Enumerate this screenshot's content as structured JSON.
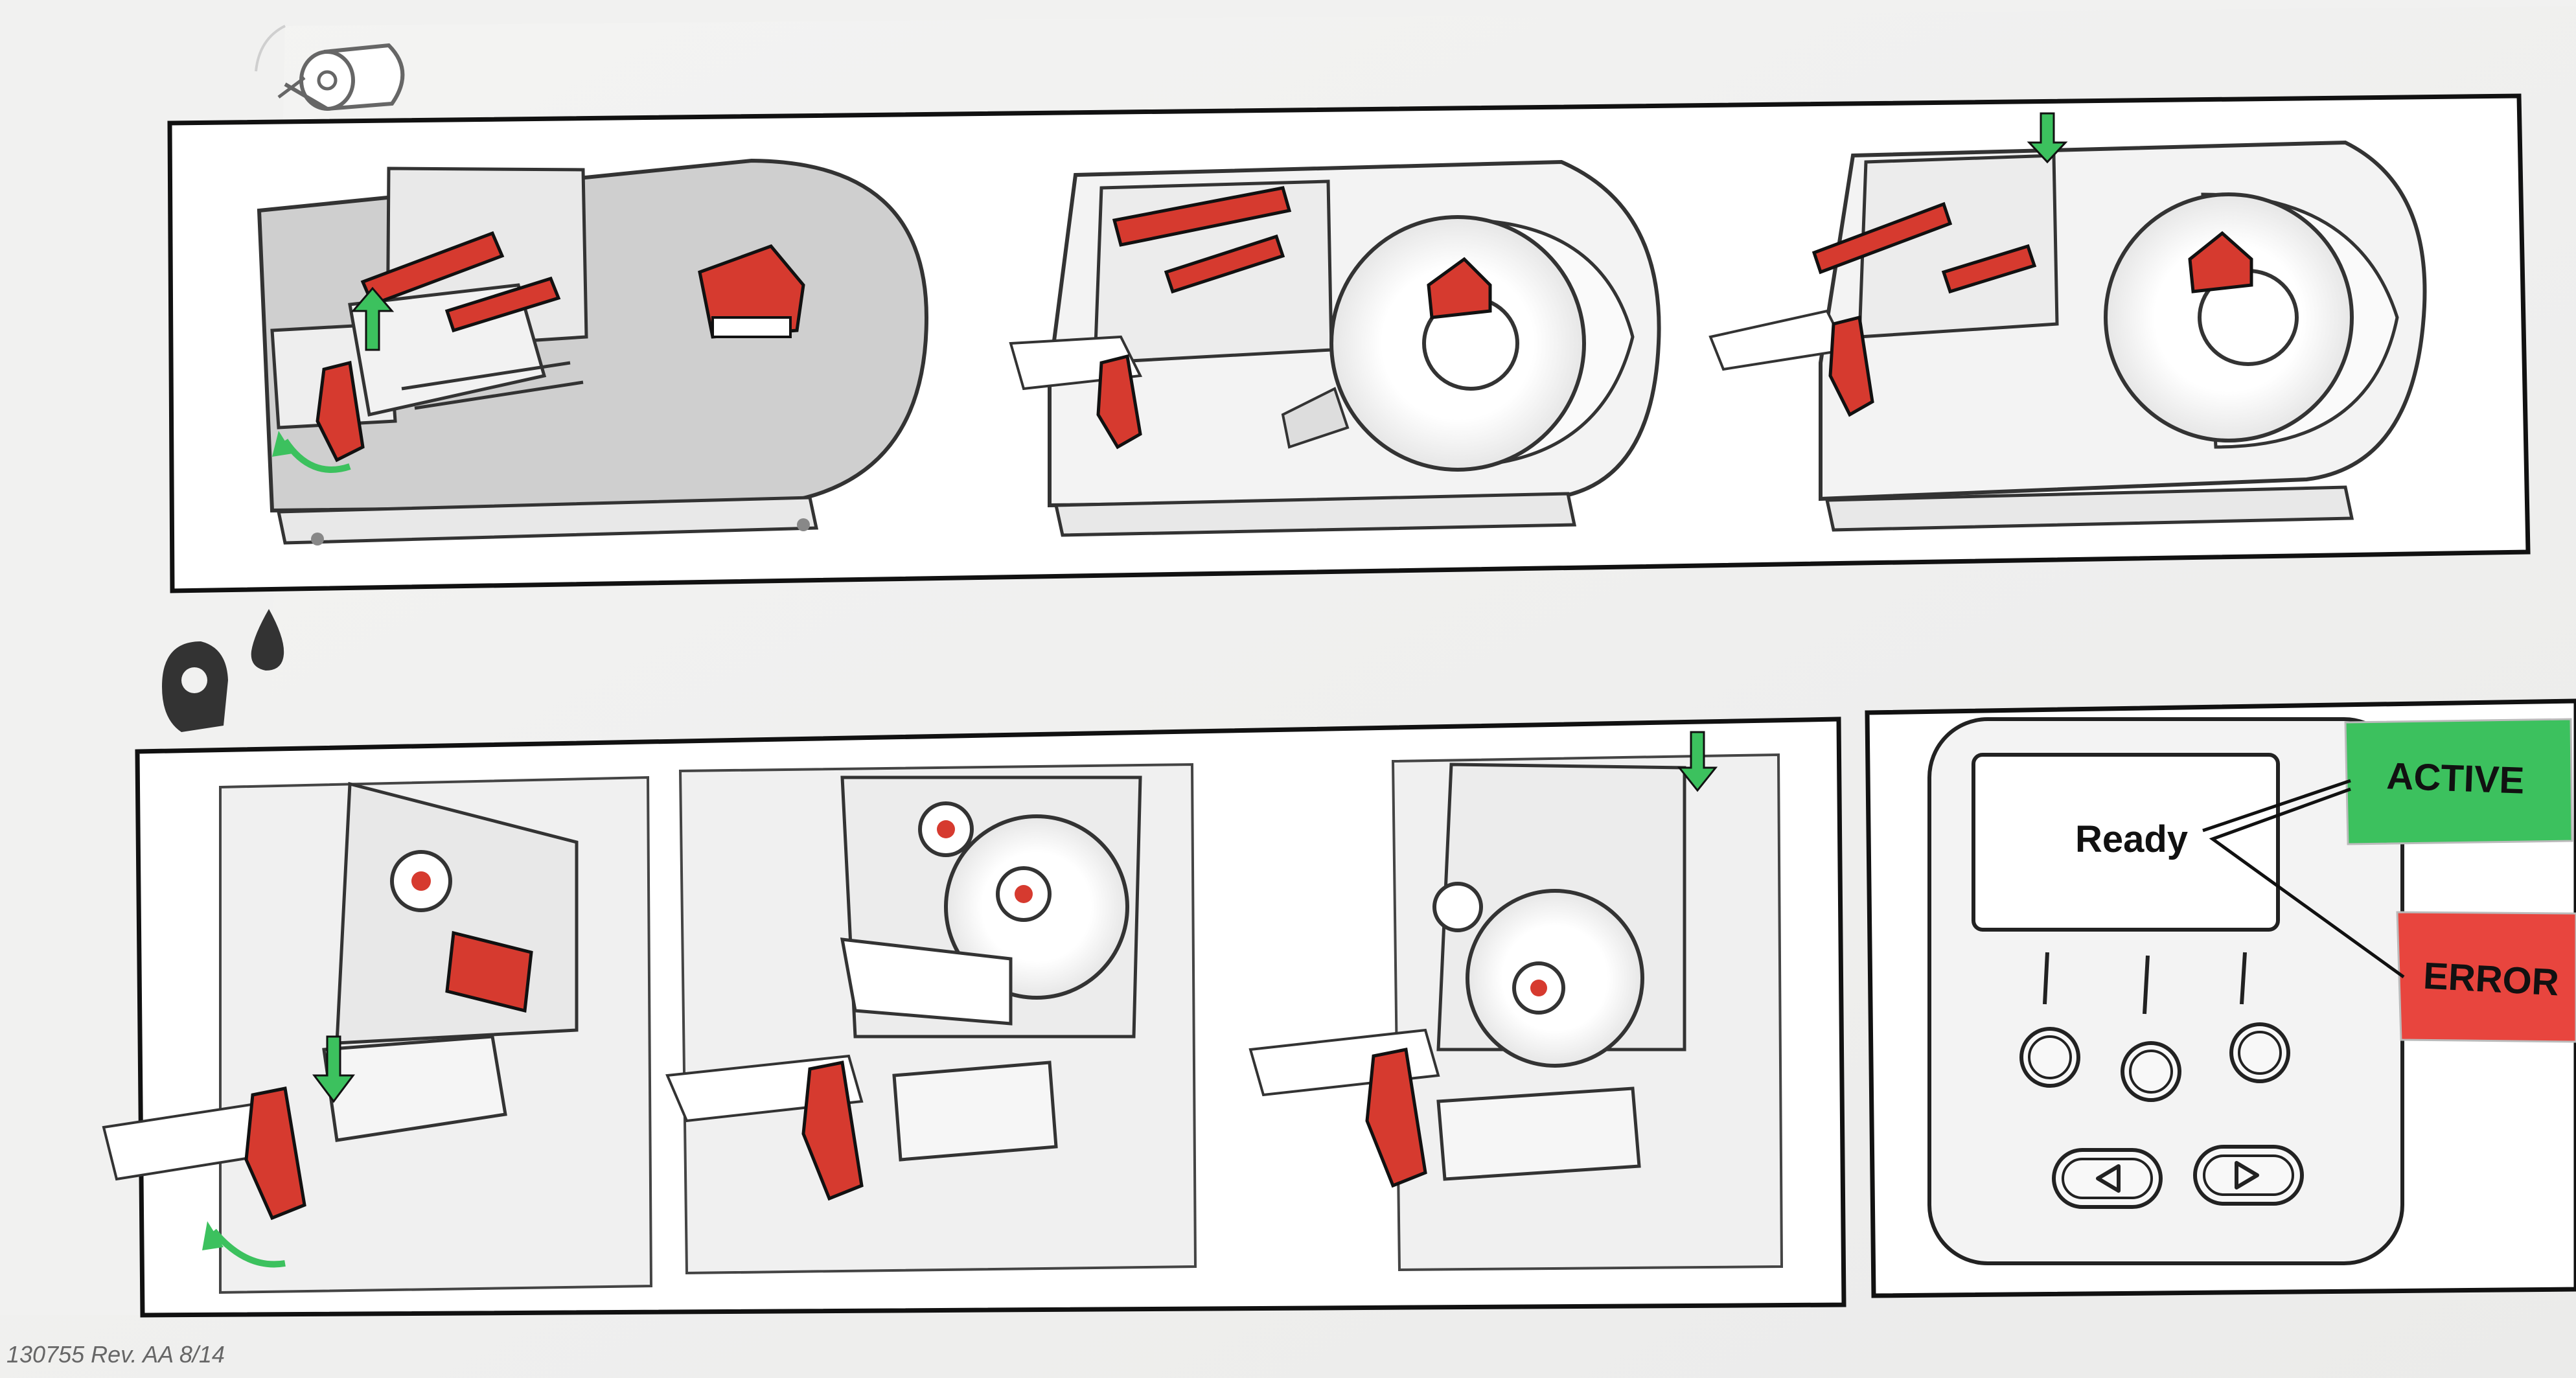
{
  "document": {
    "sections": [
      {
        "name": "media-loading",
        "icon": "label-roll-icon",
        "step_count": 3
      },
      {
        "name": "ribbon-loading",
        "icon": "ribbon-ink-icon",
        "step_count": 3
      }
    ],
    "display_panel": {
      "screen_text": "Ready",
      "active_label": "ACTIVE",
      "error_label": "ERROR",
      "colors": {
        "active": "#3cc15e",
        "error": "#e8453e"
      }
    },
    "footer": "130755 Rev. AA 8/14",
    "colors": {
      "accent_red": "#d63a2f",
      "arrow_green": "#3cc15e",
      "line": "#111111"
    }
  }
}
